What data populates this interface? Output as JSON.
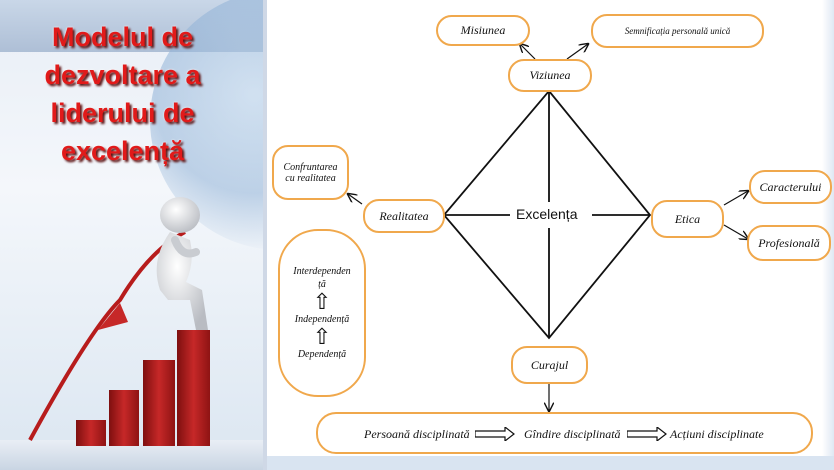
{
  "title_lines": [
    "Modelul de",
    "dezvoltare a",
    "liderului de",
    "excelență"
  ],
  "diagram": {
    "center": "Excelența",
    "nodes": {
      "misiunea": "Misiunea",
      "semnificatia": "Semnificația personală unică",
      "viziunea": "Viziunea",
      "confruntarea_1": "Confruntarea",
      "confruntarea_2": "cu realitatea",
      "realitatea": "Realitatea",
      "etica": "Etica",
      "caracterului": "Caracterului",
      "profesionala": "Profesională",
      "curajul": "Curajul"
    },
    "stack": [
      "Interdependen",
      "ță",
      "Independență",
      "Dependență"
    ],
    "chain": [
      "Persoană disciplinată",
      "Gîndire disciplinată",
      "Acțiuni disciplinate"
    ]
  },
  "colors": {
    "title": "#e11a1a",
    "box_border": "#f0a84c",
    "bars": "#b71c1c"
  }
}
